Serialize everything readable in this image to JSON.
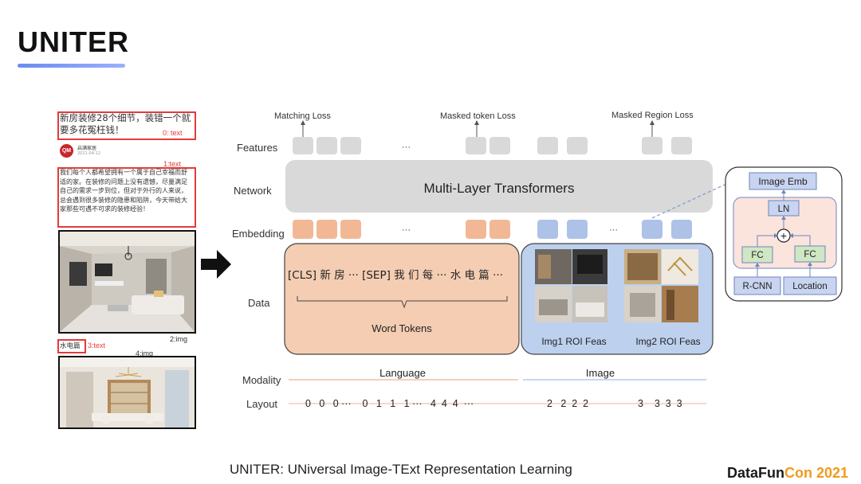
{
  "slide": {
    "title": "UNITER",
    "subtitle": "UNITER: UNiversal Image-TExt Representation Learning"
  },
  "logo": {
    "part1": "DataFun",
    "part2": "Con 2021"
  },
  "document_mock": {
    "text0": "新房装修28个细节，装错一个就要多花冤枉钱！",
    "label0": "0: text",
    "author_logo": "QM",
    "author_name": "启满家居",
    "author_date": "2021-04-12",
    "label1": "1:text",
    "text1": "我们每个人都希望拥有一个属于自己幸福而舒适的家。在装修的问题上没有遗憾，尽量满足自己的需求一步到位，但对于外行的人来说，总会遇到很多装修的隐患和陷阱，今天带给大家那些可遇不可求的装修经验！",
    "label2": "2:img",
    "text3": "水电篇",
    "label3": "3:text",
    "label4": "4:img"
  },
  "diagram": {
    "row_labels": {
      "features": "Features",
      "network": "Network",
      "embedding": "Embedding",
      "data": "Data",
      "modality": "Modality",
      "layout": "Layout"
    },
    "losses": {
      "matching": "Matching Loss",
      "masked_token": "Masked token Loss",
      "masked_region": "Masked Region Loss"
    },
    "ellipsis": "···",
    "transformer_label": "Multi-Layer Transformers",
    "data_text_tokens": "[CLS] 新 房 ··· [SEP] 我 们 每 ··· 水 电 篇  ···",
    "word_tokens_label": "Word Tokens",
    "img1_label": "Img1 ROI Feas",
    "img2_label": "Img2 ROI Feas",
    "modality_language": "Language",
    "modality_image": "Image",
    "layout_language": "0   0   0 ···    0   1   1   1 ···   4  4  4  ···",
    "layout_image_1": "2   2  2  2",
    "layout_image_2": "3    3  3  3",
    "image_emb": {
      "title": "Image Emb",
      "ln": "LN",
      "plus": "+",
      "fc_left": "FC",
      "fc_right": "FC",
      "rcnn": "R-CNN",
      "location": "Location"
    },
    "colors": {
      "feature_token": "#d9d9d9",
      "text_token": "#f2b896",
      "image_token": "#adc2e6",
      "text_region": "#f4cdb2",
      "image_region": "#bdd1ee",
      "transformer": "#d9d9d9",
      "emb_box": "#c8d4f0",
      "fc_box": "#cfe7c3",
      "emb_panel": "#fbe4dc"
    }
  }
}
